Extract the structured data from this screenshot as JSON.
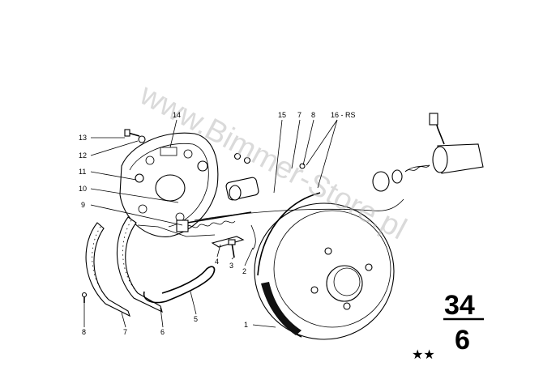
{
  "watermark": "www.Bimmer-Store.pl",
  "group_number": "34",
  "sub_number": "6",
  "stars": "★★",
  "callouts": [
    {
      "id": "c1",
      "text": "1"
    },
    {
      "id": "c2",
      "text": "2"
    },
    {
      "id": "c3",
      "text": "3"
    },
    {
      "id": "c4",
      "text": "4"
    },
    {
      "id": "c5",
      "text": "5"
    },
    {
      "id": "c6",
      "text": "6"
    },
    {
      "id": "c7",
      "text": "7"
    },
    {
      "id": "c8",
      "text": "8"
    },
    {
      "id": "c9",
      "text": "9"
    },
    {
      "id": "c10",
      "text": "10"
    },
    {
      "id": "c11",
      "text": "11"
    },
    {
      "id": "c12",
      "text": "12"
    },
    {
      "id": "c13",
      "text": "13"
    },
    {
      "id": "c14",
      "text": "14"
    },
    {
      "id": "c15",
      "text": "15"
    },
    {
      "id": "c7b",
      "text": "7"
    },
    {
      "id": "c8b",
      "text": "8"
    },
    {
      "id": "c16",
      "text": "16 - RS"
    }
  ]
}
